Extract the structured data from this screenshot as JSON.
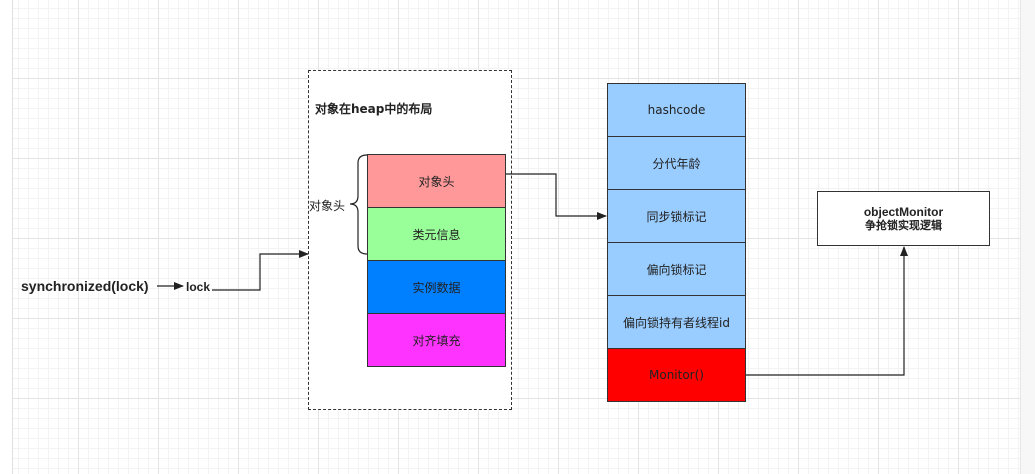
{
  "colors": {
    "obj_header": "#ff9999",
    "class_meta": "#99ff99",
    "instance_data": "#007fff",
    "padding": "#ff33ff",
    "mark_word": "#99ccff",
    "monitor": "#ff0000"
  },
  "invocation": {
    "text": "synchronized(lock)",
    "lock_label": "lock"
  },
  "object_layout": {
    "title": "对象在heap中的布局",
    "header_brace_label": "对象头",
    "cells": [
      "对象头",
      "类元信息",
      "实例数据",
      "对齐填充"
    ]
  },
  "mark_word": {
    "cells": [
      "hashcode",
      "分代年龄",
      "同步锁标记",
      "偏向锁标记",
      "偏向锁持有者线程id",
      "Monitor()"
    ]
  },
  "object_monitor": {
    "title": "objectMonitor",
    "subtitle": "争抢锁实现逻辑"
  }
}
